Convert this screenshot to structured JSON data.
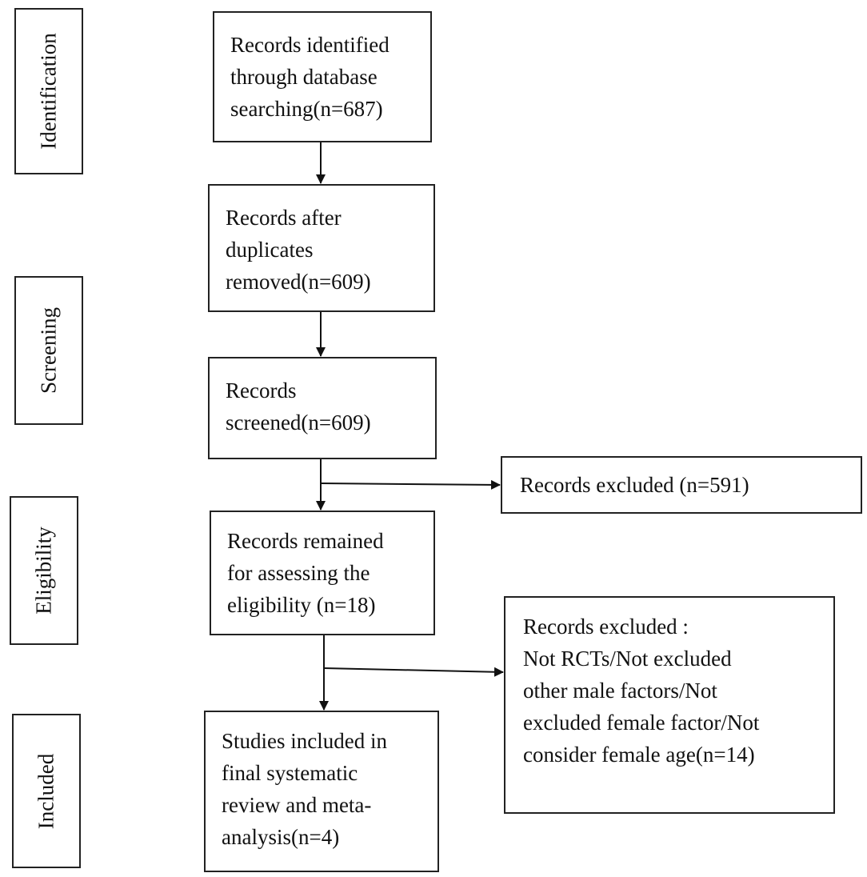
{
  "stages": {
    "identification": "Identification",
    "screening": "Screening",
    "eligibility": "Eligibility",
    "included": "Included"
  },
  "boxes": {
    "identified": "Records identified\nthrough database\nsearching(n=687)",
    "after_duplicates": "Records after\nduplicates\nremoved(n=609)",
    "screened": "Records\nscreened(n=609)",
    "excluded_screening": "Records excluded (n=591)",
    "eligibility": "Records remained\nfor assessing the\neligibility (n=18)",
    "excluded_eligibility": "Records excluded  :\nNot RCTs/Not excluded\n  other male factors/Not\n  excluded female factor/Not\n  consider female age(n=14)",
    "included": "Studies included in\nfinal systematic\nreview and meta-\nanalysis(n=4)"
  }
}
